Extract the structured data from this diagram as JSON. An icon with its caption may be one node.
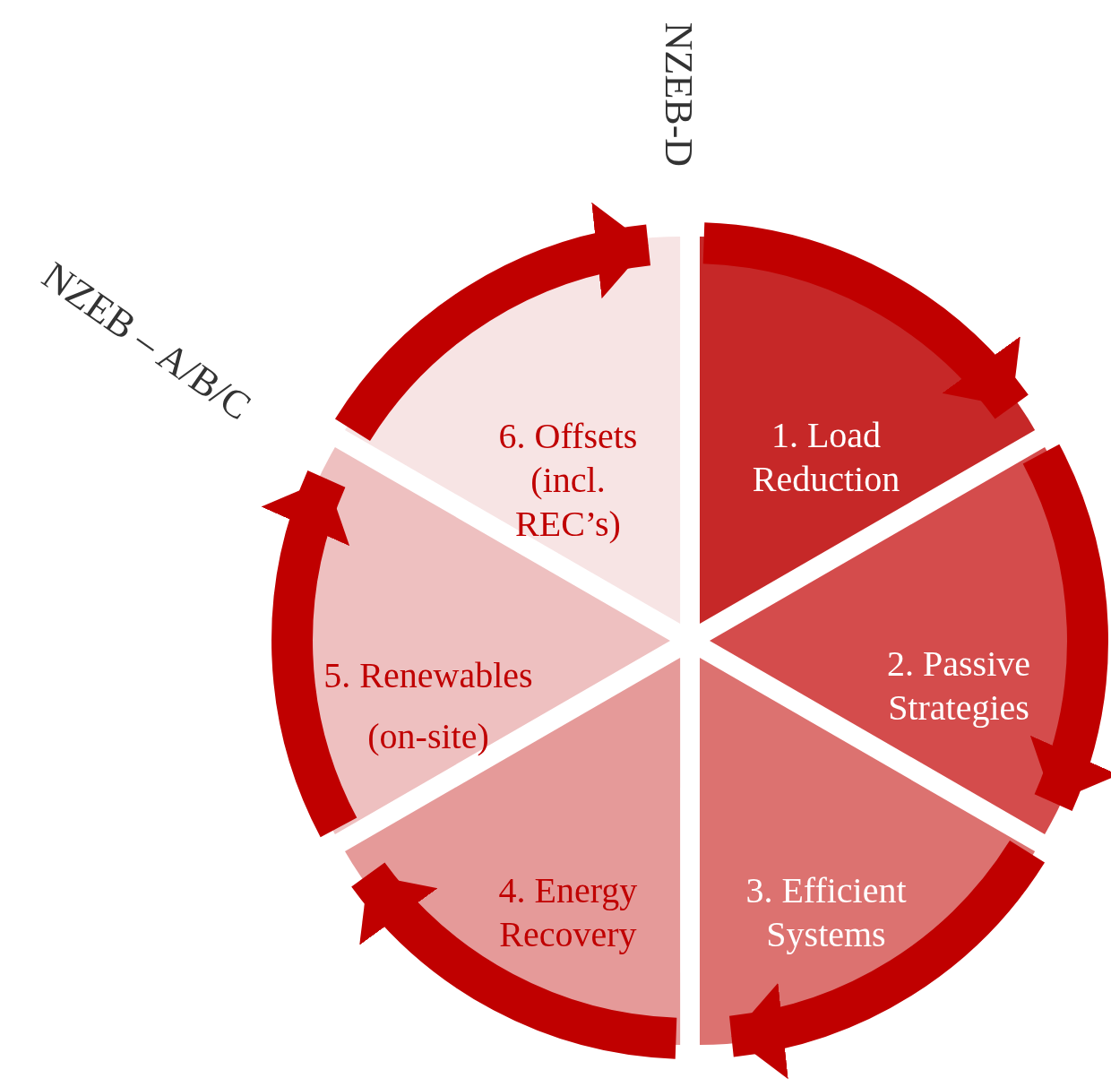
{
  "diagram": {
    "nodes": [
      {
        "text": [
          "1. Load Reduction"
        ]
      },
      {
        "text": [
          "2. Passive Strategies"
        ]
      },
      {
        "text": [
          "3. Efficient Systems"
        ]
      },
      {
        "text": [
          "4. Energy Recovery"
        ]
      },
      {
        "text": [
          "5. Renewables (on-site)"
        ]
      },
      {
        "text": [
          "6. Offsets (incl. REC’s)"
        ]
      }
    ],
    "edges": [
      {
        "from": 0,
        "to": 1,
        "arrow": "to"
      },
      {
        "from": 1,
        "to": 2,
        "arrow": "to"
      },
      {
        "from": 2,
        "to": 3,
        "arrow": "to"
      },
      {
        "from": 3,
        "to": 4,
        "arrow": "to"
      },
      {
        "from": 4,
        "to": 5,
        "arrow": "to"
      },
      {
        "from": 5,
        "to": 0,
        "arrow": "to"
      }
    ],
    "labels": [
      "NZEB-D",
      "NZEB – A/B/C"
    ]
  }
}
